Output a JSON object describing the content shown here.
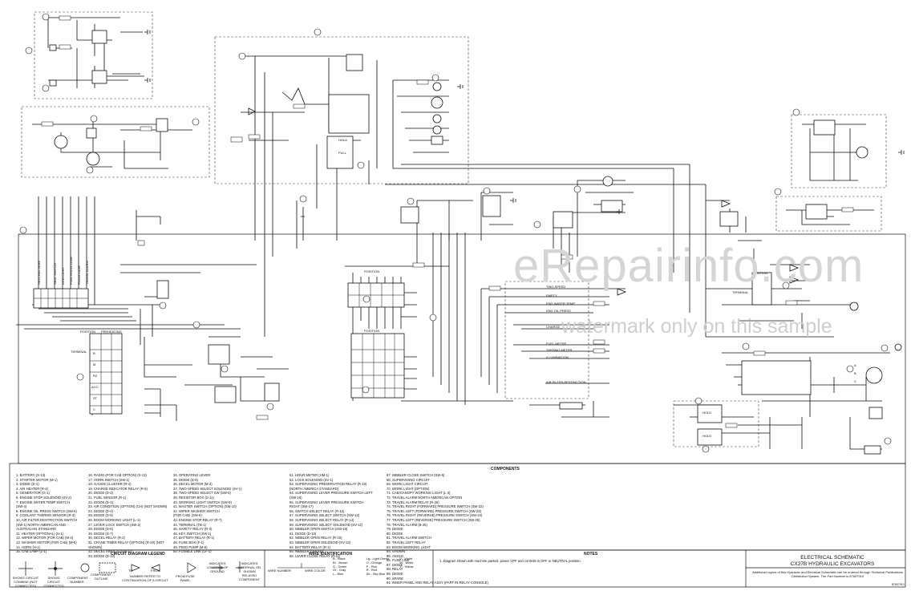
{
  "watermark": {
    "site": "eRepairinfo.com",
    "note": "watermark only on this sample"
  },
  "components": {
    "title": "COMPONENTS",
    "col1": [
      "1. BATTERY (S-13)",
      "2. STARTER MOTOR (M-1)",
      "3. DIODE (D-1)",
      "4. AIR HEATER (R-4)",
      "5. GENERATOR (G-1)",
      "6. ENGINE STOP SOLENOID (SV-2)",
      "7. ENGINE WATER TEMP SWITCH",
      "   (SW-4)",
      "8. ENGINE OIL PRESS SWITCH (SW-6)",
      "9. COOLANT THERMO SENSOR (R-3)",
      "10. AIR FILTER RESTRICTION SWITCH",
      "   (SW-1) NORTH AMERICAN AND",
      "   AUSTRALIAN STANDARD",
      "11. HEATER (OPTIONAL) (H-1)",
      "12. WIPER MOTOR (FOR CAB) (M-4)",
      "13. WASHER MOTOR (FOR CAB) (M-5)",
      "14. HORN (H-1)",
      "15. CAB LAMP (L-1)"
    ],
    "col2": [
      "16. RADIO (FOR CAB OPTION) (S-13)",
      "17. HORN SWITCH (SW-1)",
      "18. GAUGE CLUSTER (R-4)",
      "19. CHARGE INDICATOR RELAY (R-6)",
      "20. DIODE (D-2)",
      "21. FUEL SENSOR (R-1)",
      "22. DIODE (D-3)",
      "23. AIR CONDITION (OPTION) (CH) (NOT SHOWN)",
      "24. DIODE (D-4)",
      "25. DIODE (D-5)",
      "26. BOOM WORKING LIGHT (L-1)",
      "27. LEVER LOCK SWITCH (SW-2)",
      "28. DIODE (D-6)",
      "29. DIODE (D-7)",
      "30. DECEL RELAY (R-2)",
      "31. CRANE TIMER RELAY (OPTION) (R-20) (NOT",
      "    SHOWN)",
      "32. DECEL SWITCH (SW-11)",
      "33. DIODE (D-13)"
    ],
    "col3": [
      "34. OPERATING LEVER",
      "35. DIODE (D-8)",
      "36. DECEL MOTOR (M-3)",
      "37. TWO-SPEED SELECT SOLENOID (SV-1)",
      "38. TWO-SPEED SELECT SW (SW-5)",
      "39. RESISTOR BOX (S-11)",
      "40. WORKING LIGHT SWITCH (SW-9)",
      "41. MASTER SWITCH (OPTION) (SW-10)",
      "42. WIPER WASHER SWITCH",
      "    (FOR CAB) (SW-6)",
      "43. ENGINE STOP RELAY (R-7)",
      "44. TERMINAL (TB-1)",
      "45. SAFETY RELAY (R-3)",
      "46. KEY SWITCH (SW-1)",
      "47. BATTERY RELAY (R-1)",
      "48. FUSE BOX (F-1)",
      "49. FEED PUMP (M-6)",
      "50. FUSIBLE LINK (LF-1)"
    ],
    "col4": [
      "51. HOUR METER (HM-1)",
      "52. LOCK SOLENOID (SV-1)",
      "53. SUPERVISING PRESERVATION RELAY (R-10)",
      "    (NORTH AMERICA STANDARD)",
      "54. SUPERVISING LEVER PRESSURE SWITCH LEFT",
      "    (SW-16)",
      "55. SUPERVISING LEVER PRESSURE SWITCH",
      "    RIGHT (SW-17)",
      "56. SWITCH SELECT RELAY (R-12)",
      "57. SUPERVISING SELECT SWITCH (SW-13)",
      "58. SUPERVISING SELECT RELAY (R-14)",
      "59. SUPERVISING SELECT SOLENOID (SV-12)",
      "60. NIBBLER OPEN SWITCH (SW-19)",
      "61. DIODE (D-10)",
      "62. NIBBLER OPEN RELAY (R-15)",
      "63. NIBBLER OPEN SOLENOID (SV-13)",
      "64. BATTERY RELAY (R-1)",
      "65. NIBBLER CIRCUIT",
      "66. LEVER CLOSE RELAY (R-11)"
    ],
    "col5": [
      "67. NIBBLER CLOSE SWITCH (SW-6)",
      "68. SUPERVISING CIRCUIT",
      "69. WORK LIGHT CIRCUIT",
      "70. WORK LIGHT (OPTION)",
      "71. CAB/CANOPY WORKING LIGHT (L-3)",
      "72. TRAVEL ALARM NORTH AMERICAN OPTION",
      "73. TRAVEL ALARM RELAY (R-26)",
      "74. TRAVEL RIGHT (FORWARD) PRESSURE SWITCH (SW-22)",
      "75. TRAVEL LEFT (FORWARD) PRESSURE SWITCH (SW-23)",
      "76. TRAVEL RIGHT (REVERSE) PRESSURE SWITCH (SW-24)",
      "77. TRAVEL LEFT (REVERSE) PRESSURE SWITCH (SW-25)",
      "78. TRAVEL ALARM (B-25)",
      "79. DIODE",
      "80. DIODE",
      "81. TRAVEL ALARM SWITCH",
      "82. TRAVEL LEFT RELAY",
      "83. BOOM WORKING LIGHT",
      "84. SHOWN",
      "85. ANGLE",
      "86. FUSE LINK",
      "87. DIODE",
      "88. RELAY",
      "89. DIODE",
      "90. SPARE",
      "91. INNER PANEL AND RELAY ASSY (PART IN RELAY CONSOLE)"
    ]
  },
  "legend": {
    "title": "CIRCUIT DIAGRAM LEGEND",
    "items": [
      "SHOWS CIRCUIT COMBINE (NOT CONNECTED)",
      "SHOWS CIRCUIT CONNECTED",
      "COMPONENT NUMBER",
      "COMPONENT OUTLINE",
      "NUMBER REFER TO CONTINUATION OF A CIRCUIT",
      "FROM FUSE PANEL",
      "INDICATES LOCATION OF GROUND",
      "INDICATES EXTERNAL OR SHOWN RELAYED COMPONENT"
    ],
    "to_label": "TO",
    "from_label": "FROM"
  },
  "wire_id": {
    "title": "WIRE IDENTIFICATION",
    "wire_number": "WIRE NUMBER",
    "wire_color": "WIRE COLOR",
    "colors": [
      "B - Black",
      "Br - Brown",
      "G - Green",
      "Gr - Gray",
      "L - Blue",
      "Lg - Light Green",
      "O - Orange",
      "P - Pink",
      "R - Red",
      "Sb - Sky Blue",
      "V - Violet",
      "W - White",
      "Y - Yellow"
    ]
  },
  "notes": {
    "title": "NOTES",
    "text": "1. Diagram shown with machine parked, power OFF and controls in OFF or NEUTRAL position."
  },
  "title_block": {
    "line1": "ELECTRICAL SCHEMATIC",
    "line2": "CX27B HYDRAULIC EXCAVATORS",
    "line3": "Additional copies of this Hydraulic and Electrical Schematic can be ordered through Technical Publications Distribution System. The Part Number is 87607910",
    "doc_no": "87607910"
  },
  "diagram": {
    "connector_labels": [
      "A",
      "B",
      "C"
    ],
    "lamp_labels": [
      "TWO-SPEED",
      "EMPTY",
      "ENG WATER TEMP",
      "ENG OIL PRESS",
      "CHARGE",
      "FUEL METER",
      "THERMO METER",
      "ILLUMINATION",
      "AIR FILTER RESTRICTION"
    ],
    "key_positions": [
      "B",
      "M",
      "R2",
      "ACC",
      "ST",
      "C"
    ],
    "terminal_label": "TERMINAL",
    "position_label": "POSITION",
    "preheating_label": "PREHEATING",
    "hold_label": "HOLD",
    "pull_label": "PULL",
    "fuse_labels": [
      "ENGINE STOP SOLENOID",
      "WORK LIGHT",
      "GAUGE CLUSTER",
      "HORN",
      "WIPER WASHER",
      "HEATER",
      "CAB LIGHT"
    ]
  }
}
